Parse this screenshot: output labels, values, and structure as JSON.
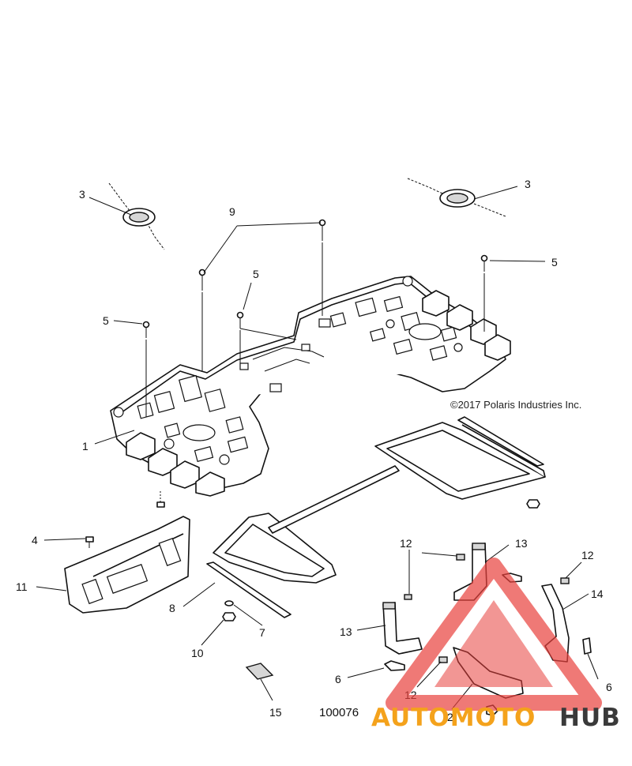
{
  "diagram": {
    "copyright": "©2017 Polaris Industries Inc.",
    "diagram_number": "100076",
    "watermark": {
      "part1": "AUTOMOTO",
      "part2": "HUB",
      "color_orange": "#f4a21c",
      "color_dark": "#3a3a3a",
      "color_red": "#e8403c"
    },
    "callouts": {
      "c1": "1",
      "c2": "2",
      "c3a": "3",
      "c3b": "3",
      "c4": "4",
      "c5a": "5",
      "c5b": "5",
      "c5c": "5",
      "c6a": "6",
      "c6b": "6",
      "c7": "7",
      "c8": "8",
      "c9": "9",
      "c10": "10",
      "c11": "11",
      "c12a": "12",
      "c12b": "12",
      "c12c": "12",
      "c13a": "13",
      "c13b": "13",
      "c14": "14",
      "c15": "15"
    }
  }
}
